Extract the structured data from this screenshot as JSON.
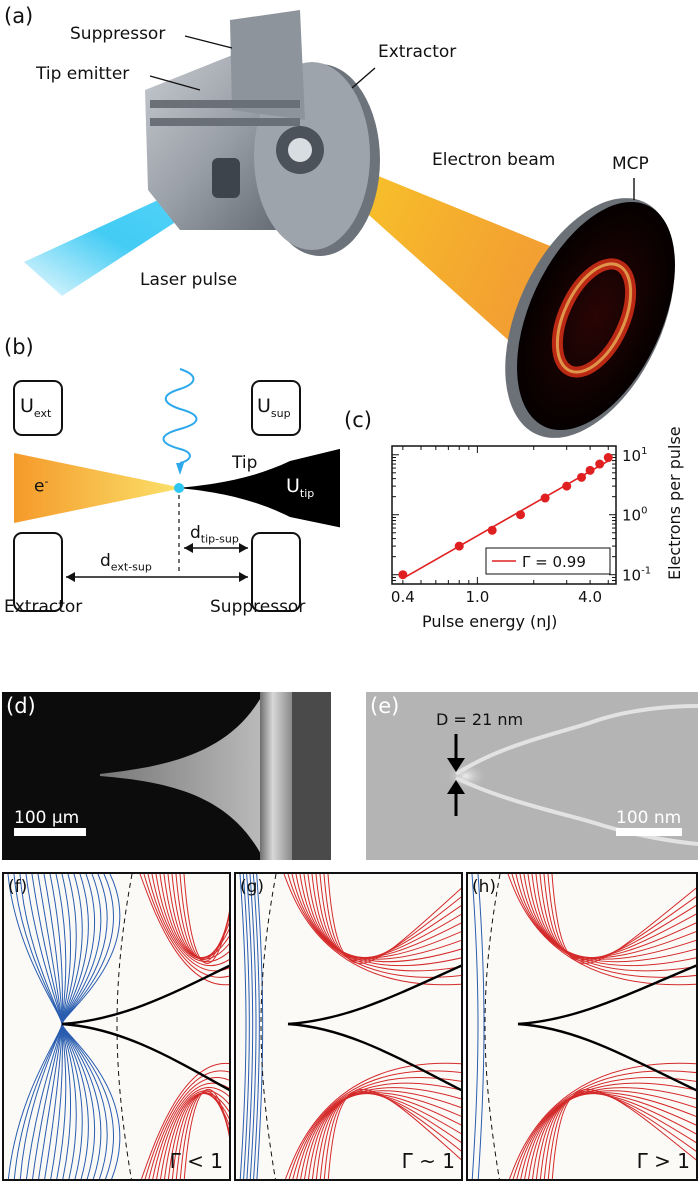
{
  "panel_a": {
    "label": "(a)",
    "suppressor": "Suppressor",
    "extractor": "Extractor",
    "tip_emitter": "Tip emitter",
    "electron_beam": "Electron beam",
    "mcp": "MCP",
    "laser_pulse": "Laser pulse"
  },
  "panel_b": {
    "label": "(b)",
    "u_ext": "U",
    "u_ext_sub": "ext",
    "u_sup": "U",
    "u_sup_sub": "sup",
    "tip": "Tip",
    "u_tip": "U",
    "u_tip_sub": "tip",
    "electron": "e",
    "electron_sup": "-",
    "d_tip_sup": "d",
    "d_tip_sup_sub": "tip-sup",
    "d_ext_sup": "d",
    "d_ext_sup_sub": "ext-sup",
    "extractor": "Extractor",
    "suppressor": "Suppressor"
  },
  "panel_c": {
    "label": "(c)",
    "chart_data": {
      "type": "scatter",
      "xlabel": "Pulse energy (nJ)",
      "ylabel": "Electrons per pulse",
      "x_scale": "log",
      "y_scale": "log",
      "x_ticks": [
        "0.4",
        "1.0",
        "4.0"
      ],
      "y_ticks": [
        "10",
        "10",
        "10"
      ],
      "y_tick_exponents": [
        "-1",
        "0",
        "1"
      ],
      "xlim": [
        0.35,
        5.5
      ],
      "ylim": [
        0.07,
        14
      ],
      "series": [
        {
          "name": "Γ = 0.99",
          "x": [
            0.4,
            0.8,
            1.2,
            1.7,
            2.3,
            3.0,
            3.6,
            4.0,
            4.5,
            5.0
          ],
          "y": [
            0.1,
            0.3,
            0.55,
            1.0,
            1.9,
            3.0,
            4.2,
            5.5,
            7.0,
            9.0
          ]
        }
      ],
      "legend_placement": "bottom-right",
      "colors": {
        "series": "#e02020"
      }
    }
  },
  "panel_d": {
    "label": "(d)",
    "scale": "100 µm"
  },
  "panel_e": {
    "label": "(e)",
    "diameter": "D = 21 nm",
    "scale": "100 nm"
  },
  "panels_fgh": [
    {
      "label": "(f)",
      "gamma": "Γ < 1"
    },
    {
      "label": "(g)",
      "gamma": "Γ ~ 1"
    },
    {
      "label": "(h)",
      "gamma": "Γ > 1"
    }
  ],
  "colors": {
    "laser": "#2ec6f3",
    "beam": "#f6b020",
    "field_blue": "#2a5db0",
    "field_red": "#d42a2a"
  }
}
